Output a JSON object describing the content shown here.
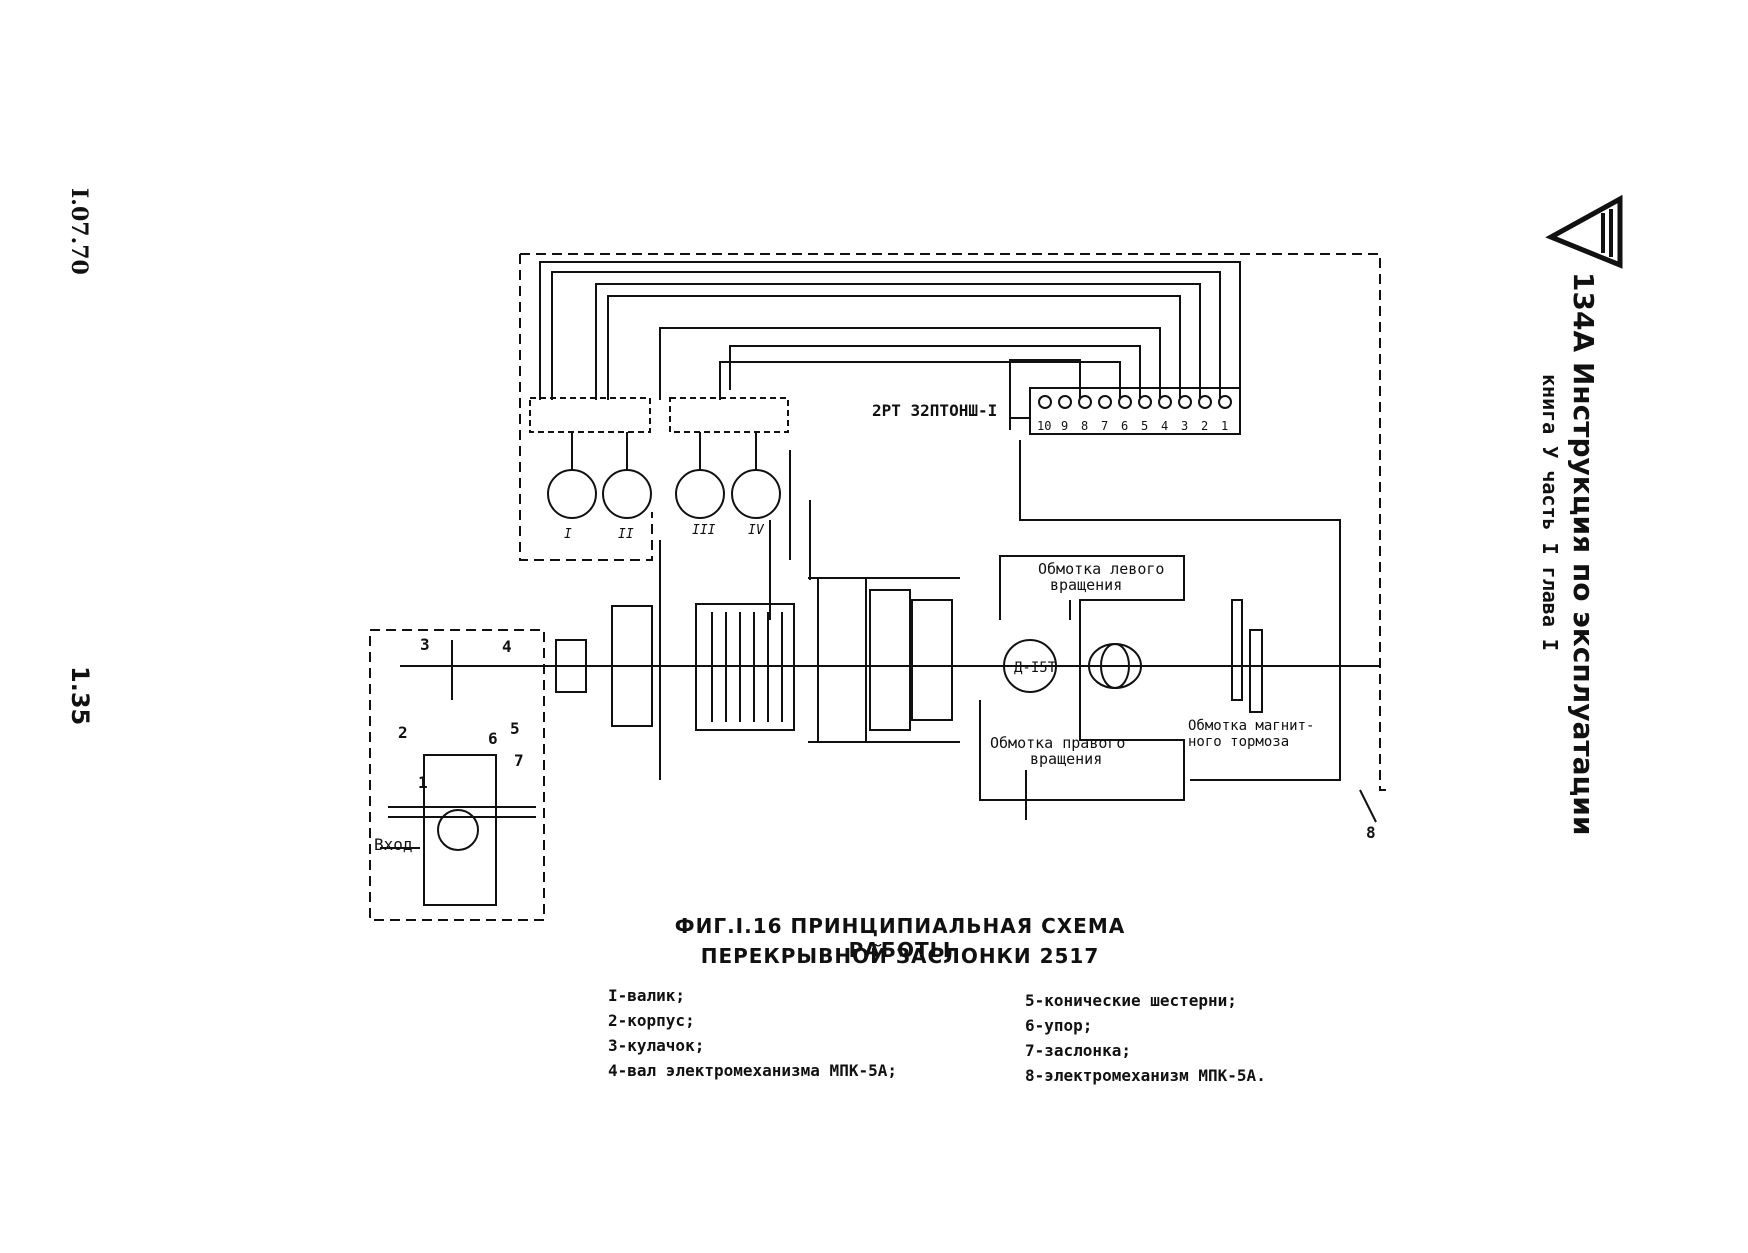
{
  "side": {
    "date_code": "I.07.70",
    "page_number": "1.35"
  },
  "header": {
    "doc_code": "134А",
    "title": "Инструкция по эксплуатации",
    "subtitle": "книга У часть I глава I"
  },
  "diagram": {
    "switch_label": "2РТ 32ПТОНШ-I",
    "connector_pins": [
      "10",
      "9",
      "8",
      "7",
      "6",
      "5",
      "4",
      "3",
      "2",
      "1"
    ],
    "cams": [
      "I",
      "II",
      "III",
      "IV"
    ],
    "motor_label": "Д-I5Т",
    "left_winding_label_1": "Обмотка левого",
    "left_winding_label_2": "вращения",
    "right_winding_label_1": "Обмотка правого",
    "right_winding_label_2": "вращения",
    "brake_label_1": "Обмотка магнит-",
    "brake_label_2": "ного тормоза",
    "inlet_label": "Вход",
    "callouts": [
      "1",
      "2",
      "3",
      "4",
      "5",
      "6",
      "7",
      "8"
    ]
  },
  "caption": {
    "line1": "ФИГ.I.16   ПРИНЦИПИАЛЬНАЯ  СХЕМА  РАБОТЫ",
    "line2": "ПЕРЕКРЫВНОЙ  ЗАСЛОНКИ  2517"
  },
  "legend": {
    "left": [
      "I-валик;",
      "2-корпус;",
      "3-кулачок;",
      "4-вал электромеханизма МПК-5А;"
    ],
    "right": [
      "5-конические шестерни;",
      "6-упор;",
      "7-заслонка;",
      "8-электромеханизм МПК-5А."
    ]
  }
}
